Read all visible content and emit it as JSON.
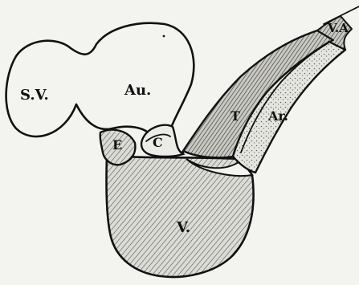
{
  "figure": {
    "labels": {
      "sinus_venosus": "S.V.",
      "auricle": "Au.",
      "ventricle": "V.",
      "conus_segment_e": "E",
      "conus_segment_c": "C",
      "truncus": "T",
      "arterial": "Ar.",
      "ventral_aorta": "V.A"
    }
  }
}
